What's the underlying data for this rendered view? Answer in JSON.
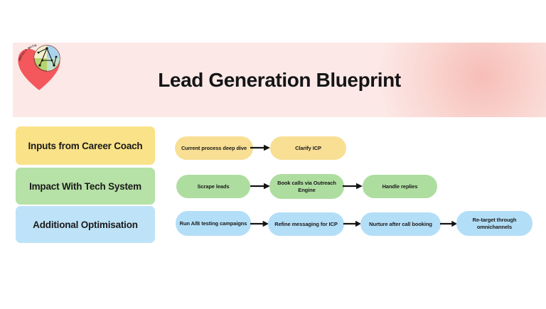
{
  "title": "Lead Generation Blueprint",
  "logo": {
    "icon": "heart-logo",
    "arc_text": "IMPACT WITH TECH"
  },
  "colors": {
    "banner_bg": "#fce9e7",
    "banner_glow": "#f6b6ae",
    "heart_red": "#f4585c",
    "arrow": "#141414",
    "text": "#1a1a1a"
  },
  "lanes": [
    {
      "label": "Inputs from Career Coach",
      "label_color": "#fae289",
      "node_color": "#f8df94",
      "nodes": [
        "Current process deep dive",
        "Clarify ICP"
      ]
    },
    {
      "label": "Impact With Tech System",
      "label_color": "#b6e1a7",
      "node_color": "#aedda0",
      "nodes": [
        "Scrape leads",
        "Book calls via Outreach Engine",
        "Handle replies"
      ]
    },
    {
      "label": "Additional Optimisation",
      "label_color": "#bee3f9",
      "node_color": "#b3def7",
      "nodes": [
        "Run A/B testing campaigns",
        "Refine messaging for ICP",
        "Nurture after call booking",
        "Re-target through omnichannels"
      ]
    }
  ]
}
